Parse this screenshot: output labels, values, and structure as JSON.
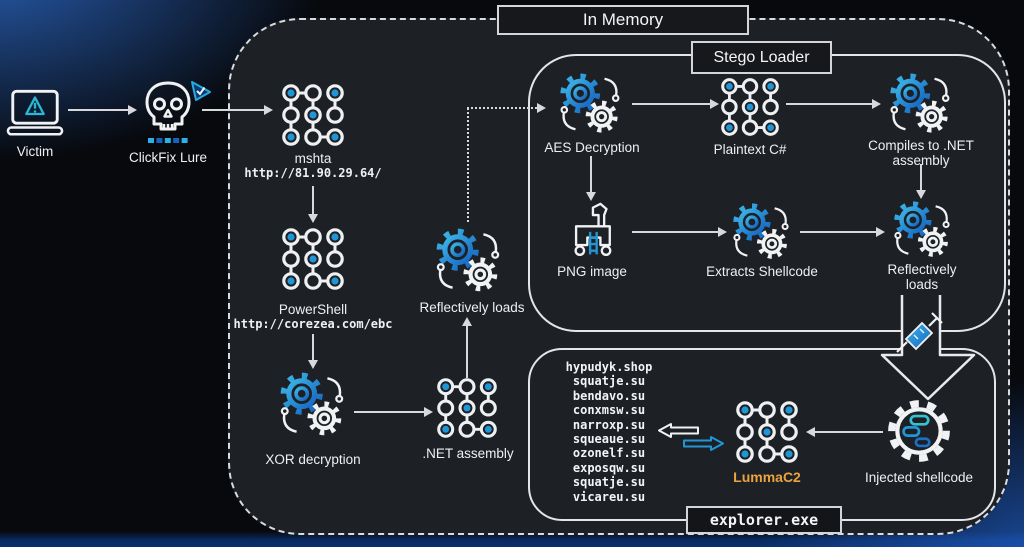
{
  "titles": {
    "in_memory": "In Memory",
    "stego_loader": "Stego Loader",
    "explorer_exe": "explorer.exe"
  },
  "chain": {
    "victim": "Victim",
    "clickfix": "ClickFix Lure",
    "mshta_label": "mshta",
    "mshta_url": "http://81.90.29.64/",
    "powershell_label": "PowerShell",
    "powershell_url": "http://corezea.com/ebc",
    "xor": "XOR decryption",
    "dotnet": ".NET assembly",
    "reflective": "Reflectively loads"
  },
  "stego": {
    "aes": "AES Decryption",
    "plaintext": "Plaintext C#",
    "compiles": "Compiles to .NET assembly",
    "png": "PNG image",
    "extracts": "Extracts Shellcode",
    "reflective": "Reflectively loads"
  },
  "c2": {
    "domains": [
      "hypudyk.shop",
      "squatje.su",
      "bendavo.su",
      "conxmsw.su",
      "narroxp.su",
      "squeaue.su",
      "ozonelf.su",
      "exposqw.su",
      "squatje.su",
      "vicareu.su"
    ],
    "lumma": "LummaC2",
    "injected": "Injected shellcode"
  },
  "colors": {
    "accent_blue": "#2196d6",
    "deep_blue": "#1565c0",
    "teal": "#35c3d4",
    "orange": "#eca33e",
    "panel": "#1d2126"
  },
  "icons": {
    "laptop-icon": "laptop with warning triangle",
    "skull-icon": "skull with captcha dashes and verified triangle",
    "node-grid-icon": "connected circuit nodes",
    "gears-icon": "two gears with cycle arrows",
    "trojan-horse-icon": "trojan horse on wheels with ladder",
    "syringe-arrow-icon": "large down arrow with syringe",
    "shellcode-gear-icon": "gear with code blocks",
    "exchange-arrows-icon": "bidirectional arrows"
  }
}
